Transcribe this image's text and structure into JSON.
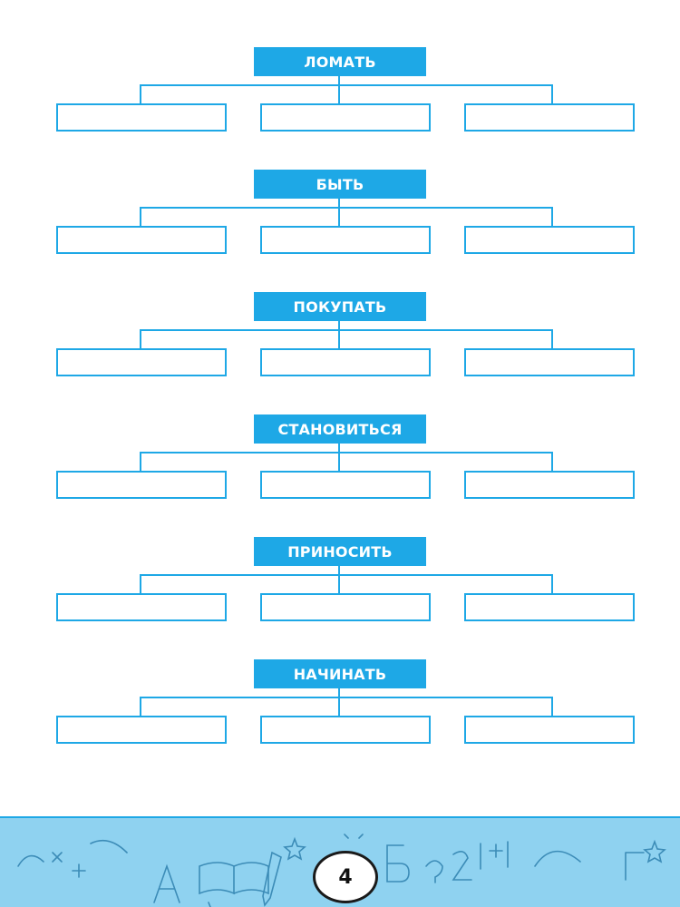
{
  "verbs": [
    "ЛОМАТЬ",
    "БЫТЬ",
    "ПОКУПАТЬ",
    "СТАНОВИТЬСЯ",
    "ПРИНОСИТЬ",
    "НАЧИНАТЬ"
  ],
  "page_number": "4",
  "colors": {
    "accent": "#1ea8e6",
    "footer": "#8fd2f0"
  },
  "footer_doodle_icons": [
    "book-icon",
    "pencil-icon",
    "star-icon",
    "math-symbol-icon",
    "letter-icon"
  ]
}
